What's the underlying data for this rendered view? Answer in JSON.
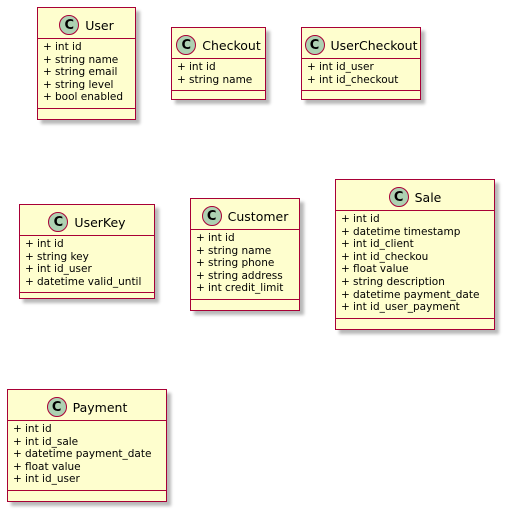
{
  "diagram": {
    "classes": [
      {
        "name": "User",
        "stereotype_icon": "C",
        "fields": [
          "int id",
          "string name",
          "string email",
          "string level",
          "bool enabled"
        ]
      },
      {
        "name": "Checkout",
        "stereotype_icon": "C",
        "fields": [
          "int id",
          "string name"
        ]
      },
      {
        "name": "UserCheckout",
        "stereotype_icon": "C",
        "fields": [
          "int id_user",
          "int id_checkout"
        ]
      },
      {
        "name": "UserKey",
        "stereotype_icon": "C",
        "fields": [
          "int id",
          "string key",
          "int id_user",
          "datetime valid_until"
        ]
      },
      {
        "name": "Customer",
        "stereotype_icon": "C",
        "fields": [
          "int id",
          "string name",
          "string phone",
          "string address",
          "int credit_limit"
        ]
      },
      {
        "name": "Sale",
        "stereotype_icon": "C",
        "fields": [
          "int id",
          "datetime timestamp",
          "int id_client",
          "int id_checkou",
          "float value",
          "string description",
          "datetime payment_date",
          "int id_user_payment"
        ]
      },
      {
        "name": "Payment",
        "stereotype_icon": "C",
        "fields": [
          "int id",
          "int id_sale",
          "datetime payment_date",
          "float value",
          "int id_user"
        ]
      }
    ],
    "visibility_marker": "+",
    "colors": {
      "class_fill": "#FEFECE",
      "class_border": "#A80036",
      "badge_fill": "#ADD1B2"
    },
    "icons": {
      "class_badge": "class-stereotype-circle-icon"
    }
  }
}
